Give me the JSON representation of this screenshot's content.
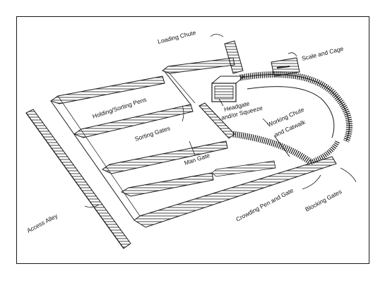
{
  "diagram": {
    "labels": {
      "loading_chute": "Loading Chute",
      "scale_and_cage": "Scale and Cage",
      "holding_sorting_pens": "Holding/Sorting Pens",
      "headgate_line1": "Headgate",
      "headgate_line2": "and/or Squeeze",
      "working_chute_line1": "Working Chute",
      "working_chute_line2": "and Catwalk",
      "sorting_gates": "Sorting Gates",
      "man_gate": "Man Gate",
      "access_alley": "Access Alley",
      "crowding_pen": "Crowding Pen and Gate",
      "blocking_gates": "Blocking Gates"
    },
    "colors": {
      "ink": "#1a1a1a",
      "fill": "#ffffff"
    }
  }
}
